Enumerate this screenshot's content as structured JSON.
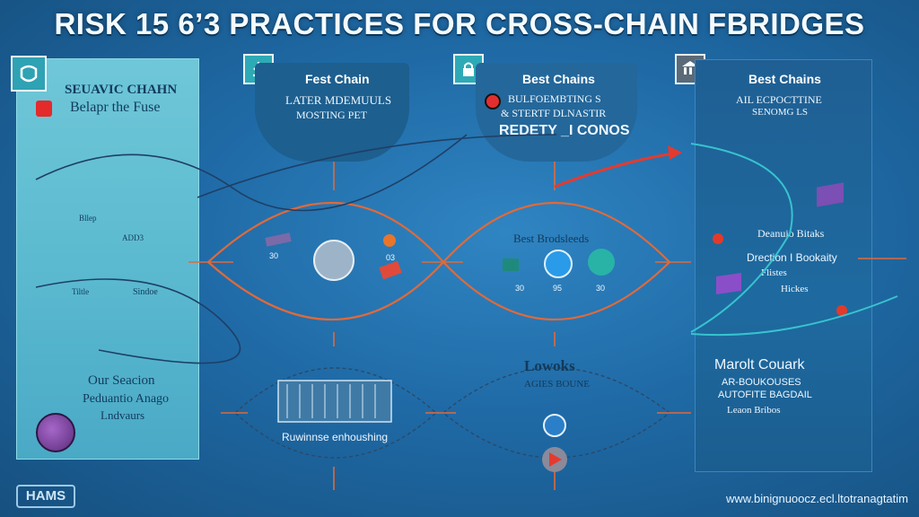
{
  "title": "RISK 15 6’3 PRACTICES FOR CROSS-CHAIN FBRIDGES",
  "left_panel": {
    "heading": "SEUAVIC CHAHN",
    "subheading": "Belapr the Fuse",
    "labels": [
      "Bllep",
      "ADD3",
      "Tiltle",
      "Sindoe"
    ],
    "bottom_heading": "Our Seacion",
    "bottom_text_1": "Peduantio Anago",
    "bottom_text_2": "Lndvaurs"
  },
  "cards": {
    "fast_chain": {
      "title": "Fest Chain",
      "line1": "LATER MDEMUULS",
      "line2": "MOSTING PET"
    },
    "best_chains_mid": {
      "title": "Best Chains",
      "line1": "BULFOEMBTING S",
      "line2": "& STERTF DLNASTIR",
      "line3": "REDETY _I CONOS"
    },
    "best_chains_right": {
      "title": "Best Chains",
      "line1": "AIL ECPOCTTINE",
      "line2": "SENOMG LS"
    }
  },
  "nodes": {
    "upper_left": {
      "labels": [
        "30",
        "03"
      ]
    },
    "upper_mid": {
      "title": "Best Brodsleeds",
      "labels": [
        "30",
        "95",
        "30"
      ]
    },
    "lower_left": {
      "caption": "Ruwinnse enhoushing"
    },
    "lower_mid": {
      "title": "Lowoks",
      "subtitle": "AGIES BOUNE"
    }
  },
  "right_panel": {
    "label_1": "Deanuio Bitaks",
    "label_2": "Drection I Bookaity",
    "label_3": "Flistes",
    "label_4": "Hickes",
    "bottom_heading": "Marolt Couark",
    "bottom_line_1": "AR-BOUKOUSES",
    "bottom_line_2": "AUTOFITE BAGDAIL",
    "bottom_line_3": "Leaon Bribos"
  },
  "footer": {
    "logo": "HAMS",
    "url": "www.binignuoocz.ecl.ltotranagtatim"
  },
  "colors": {
    "background": "#1f6aa6",
    "left_panel": "#5ab9cf",
    "card": "#1d5f8f",
    "network_line": "#e06a3a",
    "accent_arrow": "#e53a2f",
    "node_teal": "#29b3a6",
    "node_blue": "#2a9be8"
  }
}
